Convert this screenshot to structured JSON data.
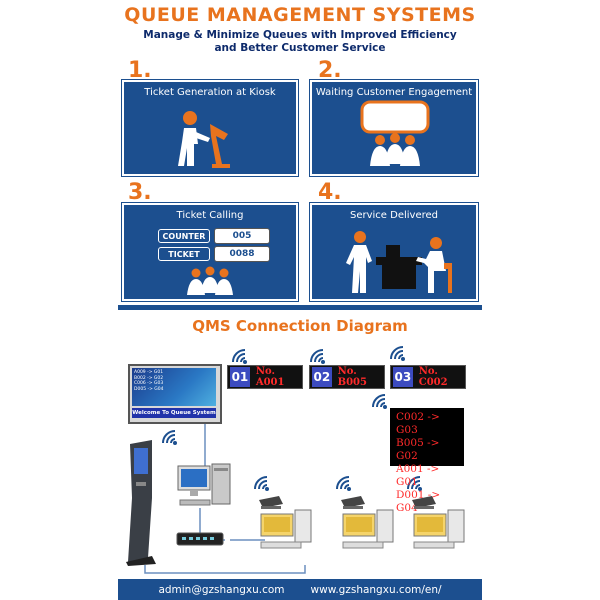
{
  "header": {
    "title": "QUEUE MANAGEMENT SYSTEMS",
    "subtitle_line1": "Manage & Minimize Queues with Improved Efficiency",
    "subtitle_line2": "and Better Customer Service"
  },
  "steps": [
    {
      "number": "1.",
      "label": "Ticket Generation at Kiosk"
    },
    {
      "number": "2.",
      "label": "Waiting Customer Engagement"
    },
    {
      "number": "3.",
      "label": "Ticket Calling"
    },
    {
      "number": "4.",
      "label": "Service Delivered"
    }
  ],
  "ticket_calling": {
    "counter_label": "COUNTER",
    "counter_value": "005",
    "ticket_label": "TICKET",
    "ticket_value": "0088"
  },
  "diagram": {
    "title": "QMS Connection Diagram",
    "main_screen": {
      "lines": [
        "A009 -> G01",
        "B002 -> G02",
        "C006 -> G03",
        "D005 -> G04"
      ],
      "banner": "Welcome To Queue System"
    },
    "counter_displays": [
      {
        "number": "01",
        "text": "No. A001"
      },
      {
        "number": "02",
        "text": "No. B005"
      },
      {
        "number": "03",
        "text": "No. C002"
      }
    ],
    "led_board": [
      "C002 -> G03",
      "B005 -> G02",
      "A001 -> G01",
      "D001 -> G04"
    ]
  },
  "footer": {
    "email": "admin@gzshangxu.com",
    "website": "www.gzshangxu.com/en/"
  },
  "colors": {
    "accent": "#e8731e",
    "navy": "#1c4f8f",
    "led_red": "#ff2a2a"
  }
}
